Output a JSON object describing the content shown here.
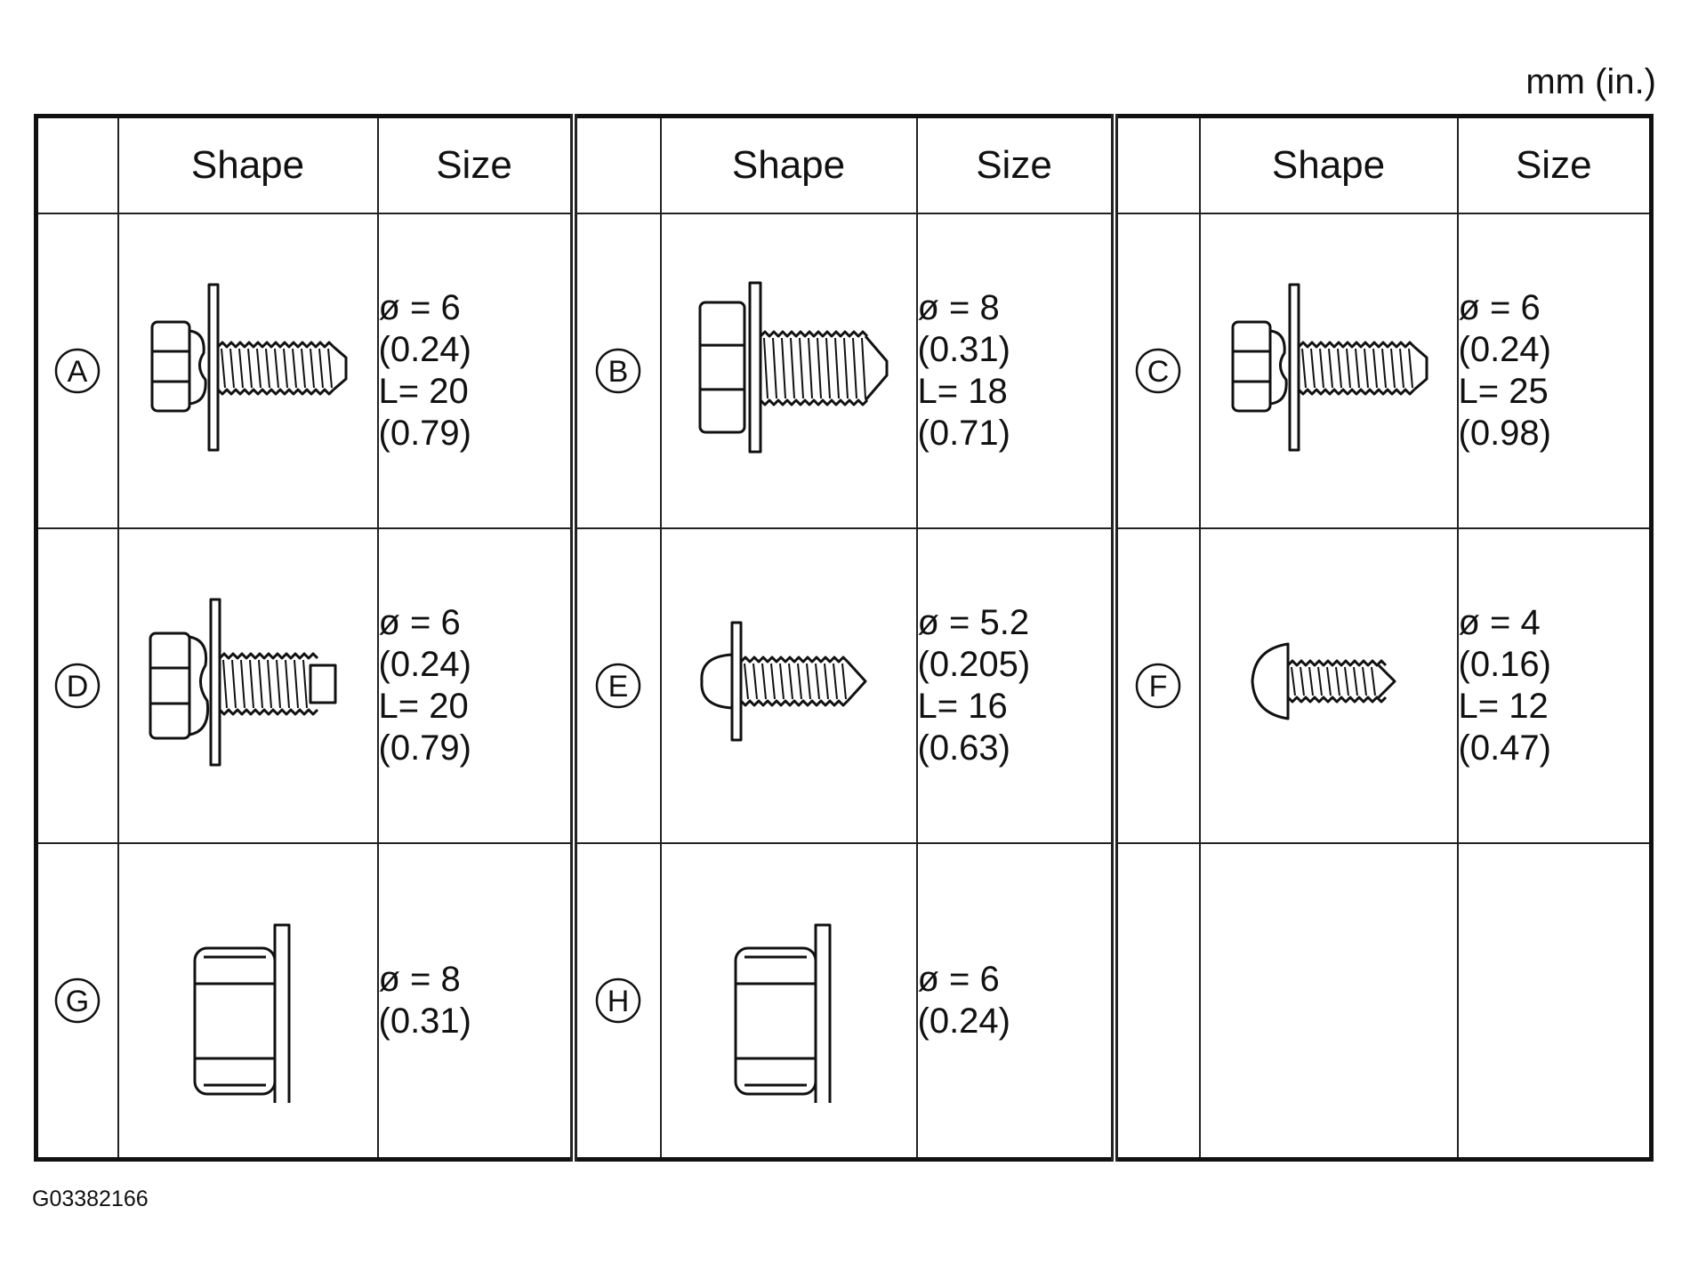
{
  "units": "mm (in.)",
  "figure_code": "G03382166",
  "headers": {
    "shape": "Shape",
    "size": "Size"
  },
  "fasteners": [
    {
      "letter": "A",
      "icon": "hex-flange-bolt-with-washer-icon",
      "size": [
        "ø = 6",
        "(0.24)",
        "L= 20",
        "(0.79)"
      ]
    },
    {
      "letter": "B",
      "icon": "hex-bolt-with-washer-icon",
      "size": [
        "ø = 8",
        "(0.31)",
        "L= 18",
        "(0.71)"
      ]
    },
    {
      "letter": "C",
      "icon": "hex-flange-bolt-with-washer-icon",
      "size": [
        "ø = 6",
        "(0.24)",
        "L= 25",
        "(0.98)"
      ]
    },
    {
      "letter": "D",
      "icon": "hex-bolt-with-spring-washer-icon",
      "size": [
        "ø = 6",
        "(0.24)",
        "L= 20",
        "(0.79)"
      ]
    },
    {
      "letter": "E",
      "icon": "pan-head-tapping-screw-with-washer-icon",
      "size": [
        "ø = 5.2",
        "(0.205)",
        "L= 16",
        "(0.63)"
      ]
    },
    {
      "letter": "F",
      "icon": "truss-head-tapping-screw-icon",
      "size": [
        "ø = 4",
        "(0.16)",
        "L= 12",
        "(0.47)"
      ]
    },
    {
      "letter": "G",
      "icon": "flange-nut-icon",
      "size": [
        "ø = 8",
        "(0.31)"
      ]
    },
    {
      "letter": "H",
      "icon": "flange-nut-icon",
      "size": [
        "ø = 6",
        "(0.24)"
      ]
    }
  ]
}
